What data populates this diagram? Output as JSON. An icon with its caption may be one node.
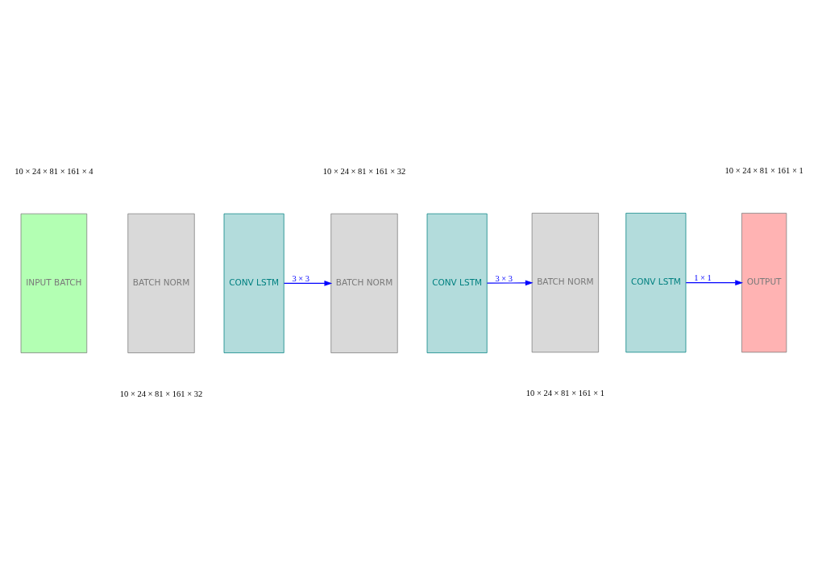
{
  "diagram": {
    "nodes": [
      {
        "text": [
          "INPUT BATCH"
        ]
      },
      {
        "text": [
          "BATCH NORM"
        ]
      },
      {
        "text": [
          "CONV LSTM"
        ]
      },
      {
        "text": [
          "BATCH NORM"
        ]
      },
      {
        "text": [
          "CONV LSTM"
        ]
      },
      {
        "text": [
          "BATCH NORM"
        ]
      },
      {
        "text": [
          "CONV LSTM"
        ]
      },
      {
        "text": [
          "OUTPUT"
        ]
      }
    ],
    "edges": [
      {
        "from": 2,
        "to": 3,
        "arrow": "to",
        "label": "3 × 3"
      },
      {
        "from": 4,
        "to": 5,
        "arrow": "to",
        "label": "3 × 3"
      },
      {
        "from": 6,
        "to": 7,
        "arrow": "to",
        "label": "1 × 1"
      }
    ],
    "labels": [
      "10 × 24 × 81 × 161 × 4",
      "10 × 24 × 81 × 161 × 32",
      "10 × 24 × 81 × 161 × 1",
      "10 × 24 × 81 × 161 × 32",
      "10 × 24 × 81 × 161 × 1"
    ]
  }
}
